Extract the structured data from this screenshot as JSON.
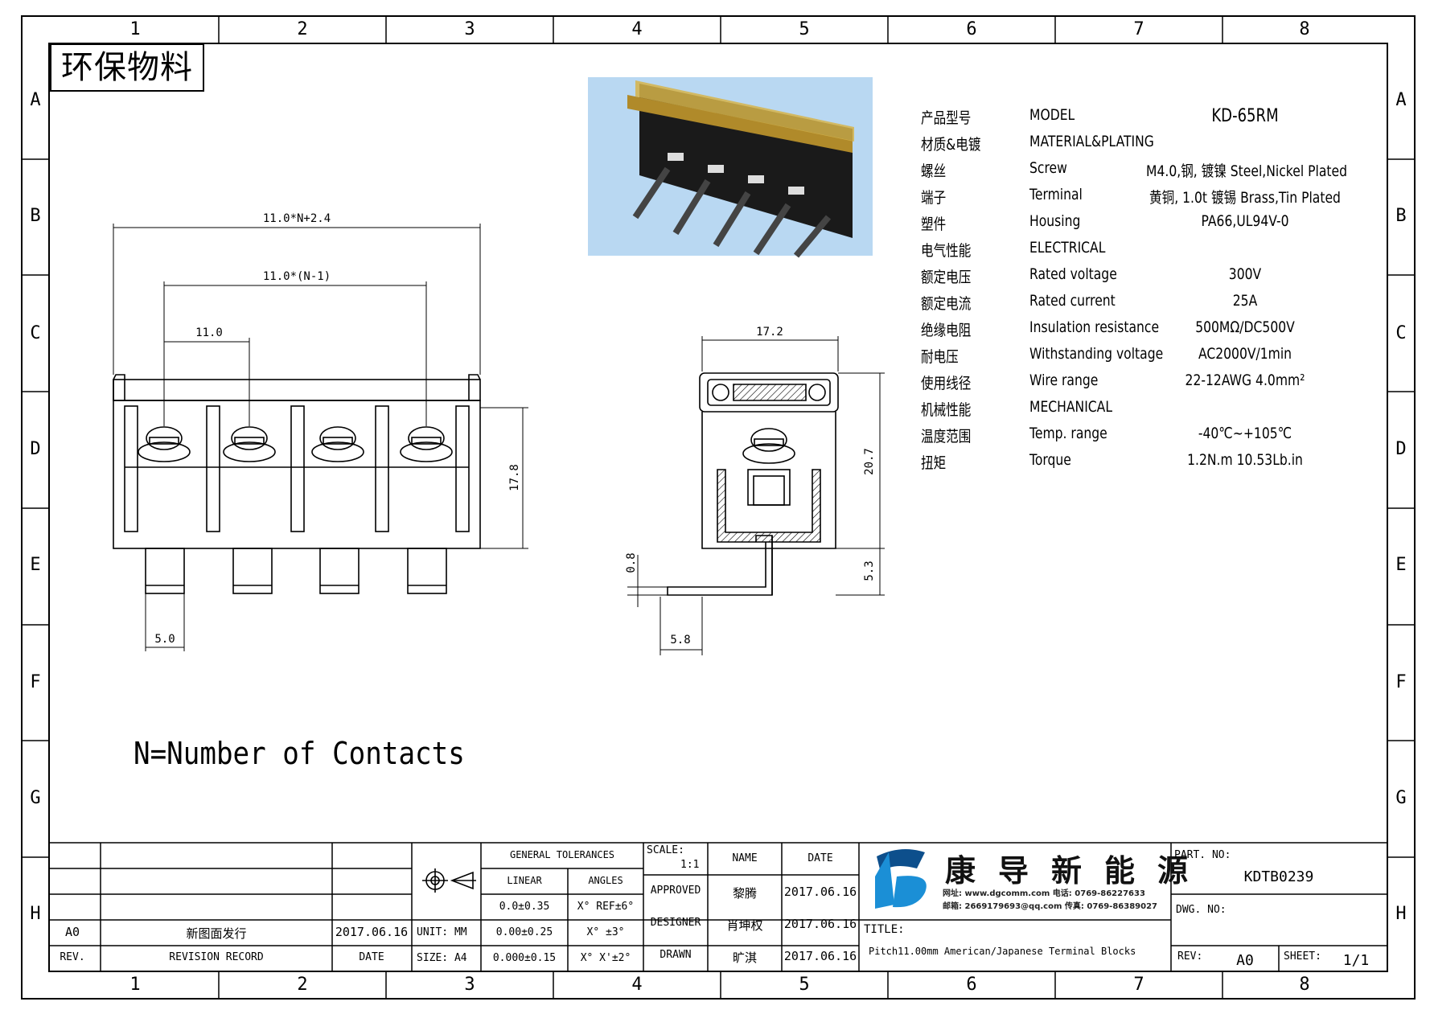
{
  "eco_stamp": "环保物料",
  "grid": {
    "columns": [
      "1",
      "2",
      "3",
      "4",
      "5",
      "6",
      "7",
      "8"
    ],
    "rows": [
      "A",
      "B",
      "C",
      "D",
      "E",
      "F",
      "G",
      "H"
    ]
  },
  "note": "N=Number of Contacts",
  "dimensions": {
    "overall_width": "11.0*N+2.4",
    "span": "11.0*(N-1)",
    "pitch": "11.0",
    "front_height": "17.8",
    "pin_width": "5.0",
    "side_width": "17.2",
    "side_height": "20.7",
    "pin_thickness": "0.8",
    "pin_offset": "5.8",
    "pin_height": "5.3"
  },
  "specs": [
    {
      "cn": "产品型号",
      "en": "MODEL",
      "value": "KD-65RM"
    },
    {
      "cn": "材质&电镀",
      "en": "MATERIAL&PLATING",
      "value": ""
    },
    {
      "cn": "螺丝",
      "en": "Screw",
      "value": "M4.0,钢, 镀镍 Steel,Nickel Plated"
    },
    {
      "cn": "端子",
      "en": "Terminal",
      "value": "黄铜, 1.0t 镀锡 Brass,Tin Plated"
    },
    {
      "cn": "塑件",
      "en": "Housing",
      "value": "PA66,UL94V-0"
    },
    {
      "cn": "电气性能",
      "en": "ELECTRICAL",
      "value": ""
    },
    {
      "cn": "额定电压",
      "en": "Rated voltage",
      "value": "300V"
    },
    {
      "cn": "额定电流",
      "en": "Rated current",
      "value": "25A"
    },
    {
      "cn": "绝缘电阻",
      "en": "Insulation resistance",
      "value": "500MΩ/DC500V"
    },
    {
      "cn": "耐电压",
      "en": "Withstanding voltage",
      "value": "AC2000V/1min"
    },
    {
      "cn": "使用线径",
      "en": "Wire range",
      "value": "22-12AWG 4.0mm²"
    },
    {
      "cn": "机械性能",
      "en": "MECHANICAL",
      "value": ""
    },
    {
      "cn": "温度范围",
      "en": "Temp. range",
      "value": "-40℃~+105℃"
    },
    {
      "cn": "扭矩",
      "en": "Torque",
      "value": "1.2N.m  10.53Lb.in"
    }
  ],
  "title_block": {
    "revision": {
      "rev": "A0",
      "record": "新图面发行",
      "date": "2017.06.16",
      "rev_header": "REV.",
      "record_header": "REVISION RECORD",
      "date_header": "DATE"
    },
    "unit": "UNIT: MM",
    "size": "SIZE: A4",
    "tolerances": {
      "header": "GENERAL TOLERANCES",
      "linear_header": "LINEAR",
      "angles_header": "ANGLES",
      "linear": [
        "0.0±0.35",
        "0.00±0.25",
        "0.000±0.15"
      ],
      "angles": [
        "X° REF±6°",
        "X° ±3°",
        "X° X'±2°"
      ]
    },
    "scale_label": "SCALE:",
    "scale": "1:1",
    "name_header": "NAME",
    "date_header": "DATE",
    "approved": {
      "label": "APPROVED",
      "name": "黎腾",
      "date": "2017.06.16"
    },
    "designer": {
      "label": "DESIGNER",
      "name": "肖坤权",
      "date": "2017.06.16"
    },
    "drawn": {
      "label": "DRAWN",
      "name": "旷淇",
      "date": "2017.06.16"
    },
    "company": "康导新能源",
    "contact_line1": "网址: www.dgcomm.com  电话: 0769-86227633",
    "contact_line2": "邮箱: 2669179693@qq.com 传真: 0769-86389027",
    "title_label": "TITLE:",
    "title": "Pitch11.00mm American/Japanese Terminal Blocks",
    "part_no_label": "PART. NO:",
    "part_no": "KDTB0239",
    "dwg_no_label": "DWG. NO:",
    "rev_label": "REV:",
    "rev_value": "A0",
    "sheet_label": "SHEET:",
    "sheet_value": "1/1"
  },
  "colors": {
    "logo_blue": "#1b8fd6",
    "logo_dark": "#0d4f8c",
    "photo_bg": "#b9d8f2"
  }
}
